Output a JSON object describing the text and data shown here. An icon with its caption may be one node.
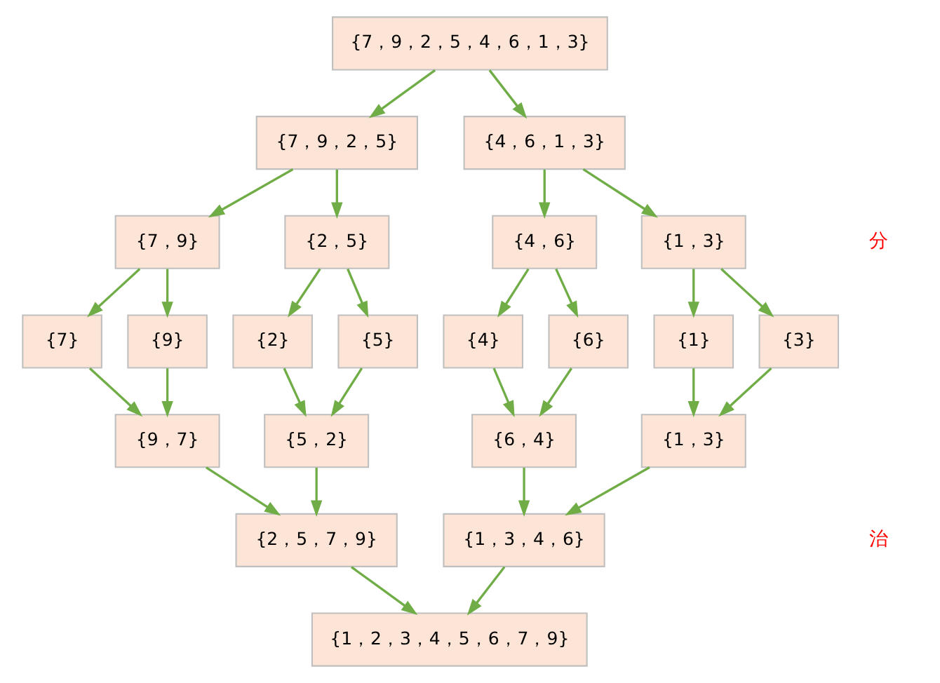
{
  "diagram": {
    "nodes": [
      {
        "text": [
          "{7，9，2，5，4，6，1，3}"
        ]
      },
      {
        "text": [
          "{7，9，2，5}"
        ]
      },
      {
        "text": [
          "{4，6，1，3}"
        ]
      },
      {
        "text": [
          "{7，9}"
        ]
      },
      {
        "text": [
          "{2，5}"
        ]
      },
      {
        "text": [
          "{4，6}"
        ]
      },
      {
        "text": [
          "{1，3}"
        ]
      },
      {
        "text": [
          "{7}"
        ]
      },
      {
        "text": [
          "{9}"
        ]
      },
      {
        "text": [
          "{2}"
        ]
      },
      {
        "text": [
          "{5}"
        ]
      },
      {
        "text": [
          "{4}"
        ]
      },
      {
        "text": [
          "{6}"
        ]
      },
      {
        "text": [
          "{1}"
        ]
      },
      {
        "text": [
          "{3}"
        ]
      },
      {
        "text": [
          "{9，7}"
        ]
      },
      {
        "text": [
          "{5，2}"
        ]
      },
      {
        "text": [
          "{6，4}"
        ]
      },
      {
        "text": [
          "{1，3}"
        ]
      },
      {
        "text": [
          "{2，5，7，9}"
        ]
      },
      {
        "text": [
          "{1，3，4，6}"
        ]
      },
      {
        "text": [
          "{1，2，3，4，5，6，7，9}"
        ]
      }
    ],
    "edges": [
      {
        "from": 0,
        "to": 1,
        "arrow": "to"
      },
      {
        "from": 0,
        "to": 2,
        "arrow": "to"
      },
      {
        "from": 1,
        "to": 3,
        "arrow": "to"
      },
      {
        "from": 1,
        "to": 4,
        "arrow": "to"
      },
      {
        "from": 2,
        "to": 5,
        "arrow": "to"
      },
      {
        "from": 2,
        "to": 6,
        "arrow": "to"
      },
      {
        "from": 3,
        "to": 7,
        "arrow": "to"
      },
      {
        "from": 3,
        "to": 8,
        "arrow": "to"
      },
      {
        "from": 4,
        "to": 9,
        "arrow": "to"
      },
      {
        "from": 4,
        "to": 10,
        "arrow": "to"
      },
      {
        "from": 5,
        "to": 11,
        "arrow": "to"
      },
      {
        "from": 5,
        "to": 12,
        "arrow": "to"
      },
      {
        "from": 6,
        "to": 13,
        "arrow": "to"
      },
      {
        "from": 6,
        "to": 14,
        "arrow": "to"
      },
      {
        "from": 7,
        "to": 15,
        "arrow": "to"
      },
      {
        "from": 8,
        "to": 15,
        "arrow": "to"
      },
      {
        "from": 9,
        "to": 16,
        "arrow": "to"
      },
      {
        "from": 10,
        "to": 16,
        "arrow": "to"
      },
      {
        "from": 11,
        "to": 17,
        "arrow": "to"
      },
      {
        "from": 12,
        "to": 17,
        "arrow": "to"
      },
      {
        "from": 13,
        "to": 18,
        "arrow": "to"
      },
      {
        "from": 14,
        "to": 18,
        "arrow": "to"
      },
      {
        "from": 15,
        "to": 19,
        "arrow": "to"
      },
      {
        "from": 16,
        "to": 19,
        "arrow": "to"
      },
      {
        "from": 17,
        "to": 20,
        "arrow": "to"
      },
      {
        "from": 18,
        "to": 20,
        "arrow": "to"
      },
      {
        "from": 19,
        "to": 21,
        "arrow": "to"
      },
      {
        "from": 20,
        "to": 21,
        "arrow": "to"
      }
    ],
    "labels": [
      "分",
      "治"
    ]
  }
}
